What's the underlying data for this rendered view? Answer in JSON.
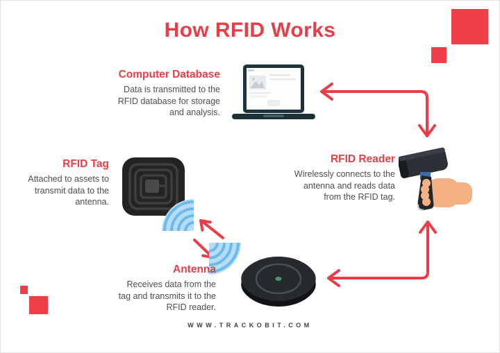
{
  "title": "How RFID Works",
  "footer_url": "WWW.TRACKOBIT.COM",
  "colors": {
    "accent_red": "#e93e47",
    "square_red": "#f13f48",
    "wave_blue": "#8ecdf2",
    "device_dark": "#24282c",
    "body_text": "#4f4f4f"
  },
  "sections": {
    "database": {
      "heading": "Computer Database",
      "body": "Data is transmitted to the\nRFID database for storage\nand analysis."
    },
    "reader": {
      "heading": "RFID Reader",
      "body": "Wirelessly connects to the\nantenna and reads data\nfrom the RFID tag."
    },
    "tag": {
      "heading": "RFID Tag",
      "body": "Attached to assets to\ntransmit data to the\nantenna."
    },
    "antenna": {
      "heading": "Antenna",
      "body": "Receives data from the\ntag and transmits it to the\nRFID reader."
    }
  },
  "icons": {
    "database": "laptop-icon",
    "reader": "handheld-rfid-scanner-icon",
    "tag": "rfid-tag-icon",
    "antenna": "antenna-pad-icon",
    "signal": "signal-waves-icon"
  }
}
